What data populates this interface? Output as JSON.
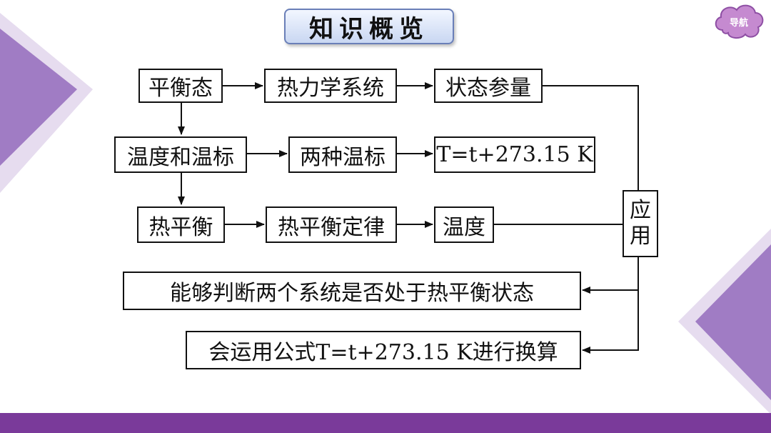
{
  "title": "知识概览",
  "nav": {
    "label": "导航"
  },
  "colors": {
    "accent": "#7a3a9a",
    "deco_light": "#d8c8e8",
    "deco_mid": "#a87cc8",
    "nav_bg": "#c58ad0"
  },
  "diagram": {
    "row1": [
      "平衡态",
      "热力学系统",
      "状态参量"
    ],
    "row2": [
      "温度和温标",
      "两种温标",
      "T=t+273.15 K"
    ],
    "row3": [
      "热平衡",
      "热平衡定律",
      "温度"
    ],
    "apply": "应用",
    "apply_chars": [
      "应",
      "用"
    ],
    "outcomes": [
      "能够判断两个系统是否处于热平衡状态",
      "会运用公式T=t+273.15 K进行换算"
    ]
  }
}
